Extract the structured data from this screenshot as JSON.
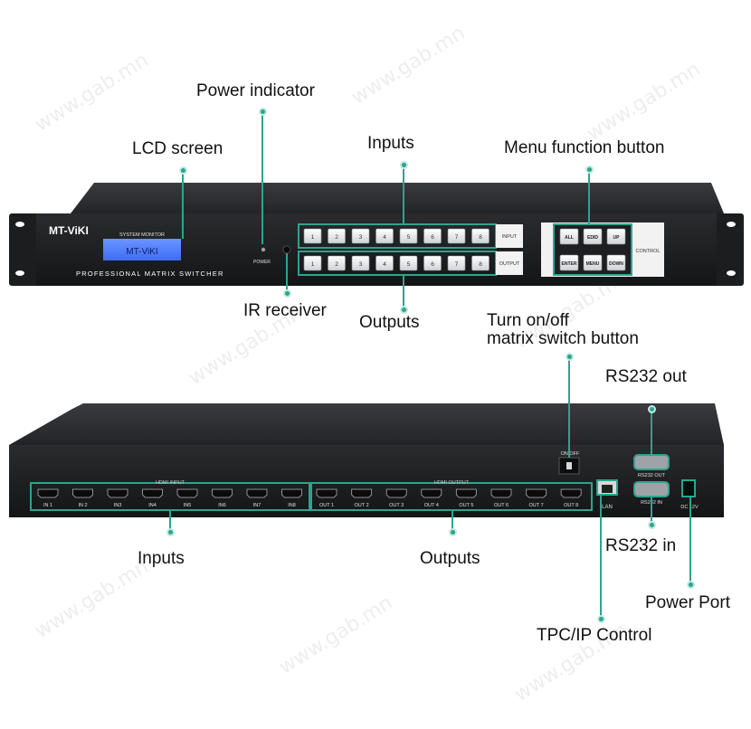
{
  "colors": {
    "accent": "#2ea38f",
    "chassis": "#1f2022",
    "lcd": "#3f73ff"
  },
  "callouts": {
    "power_indicator": "Power indicator",
    "lcd_screen": "LCD screen",
    "inputs_front": "Inputs",
    "menu_function": "Menu function button",
    "ir_receiver": "IR receiver",
    "outputs_front": "Outputs",
    "turn_on_off_line1": "Turn on/off",
    "turn_on_off_line2": "matrix switch button",
    "rs232_out": "RS232 out",
    "inputs_rear": "Inputs",
    "outputs_rear": "Outputs",
    "rs232_in": "RS232 in",
    "power_port": "Power Port",
    "tpc_ip": "TPC/IP Control"
  },
  "front_panel": {
    "brand": "MT-ViKI",
    "system_monitor": "SYSTEM MONITOR",
    "lcd_text": "MT-ViKI",
    "power_label": "POWER",
    "subtitle": "PROFESSIONAL MATRIX SWITCHER",
    "input_label": "INPUT",
    "output_label": "OUTPUT",
    "control_label": "CONTROL",
    "input_buttons": [
      "1",
      "2",
      "3",
      "4",
      "5",
      "6",
      "7",
      "8"
    ],
    "output_buttons": [
      "1",
      "2",
      "3",
      "4",
      "5",
      "6",
      "7",
      "8"
    ],
    "menu_buttons": [
      "ALL",
      "EDID",
      "UP",
      "ENTER",
      "MENU",
      "DOWN"
    ]
  },
  "rear_panel": {
    "hdmi_input_title": "HDMI INPUT",
    "hdmi_output_title": "HDMI OUTPUT",
    "inputs": [
      "IN 1",
      "IN 2",
      "IN3",
      "IN4",
      "IN5",
      "IN6",
      "IN7",
      "IN8"
    ],
    "outputs": [
      "OUT 1",
      "OUT 2",
      "OUT 3",
      "OUT 4",
      "OUT 5",
      "OUT 6",
      "OUT 7",
      "OUT 8"
    ],
    "on_off_label": "ON/OFF",
    "lan_label": "LAN",
    "rs232_out_label": "RS232 OUT",
    "rs232_in_label": "RS232 IN",
    "dc_label": "DC 12V"
  },
  "watermark": "www.gab.mn"
}
